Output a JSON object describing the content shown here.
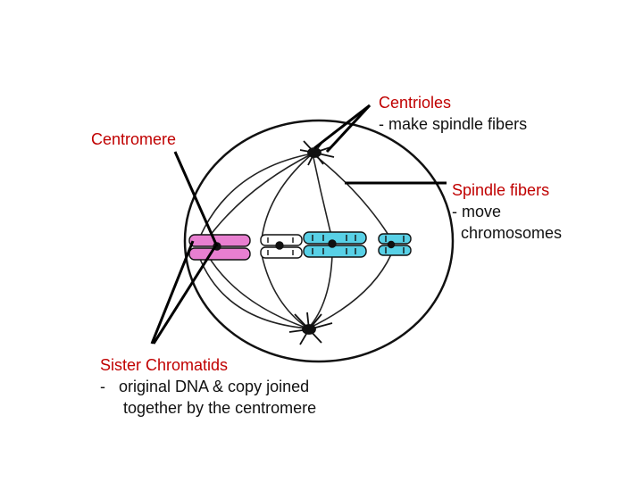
{
  "labels": {
    "centromere": {
      "title": "Centromere"
    },
    "centrioles": {
      "title": "Centrioles",
      "desc": "- make spindle fibers"
    },
    "spindle_fibers": {
      "title": "Spindle fibers",
      "desc1": "- move",
      "desc2": "chromosomes"
    },
    "sister_chromatids": {
      "title": "Sister Chromatids",
      "desc1": "-   original DNA & copy joined",
      "desc2": "together by the centromere"
    }
  },
  "colors": {
    "label_title": "#c00000",
    "chromatid_pink": "#e87fd0",
    "chromatid_white": "#ffffff",
    "chromatid_cyan": "#58d0e6",
    "outline": "#111111"
  }
}
